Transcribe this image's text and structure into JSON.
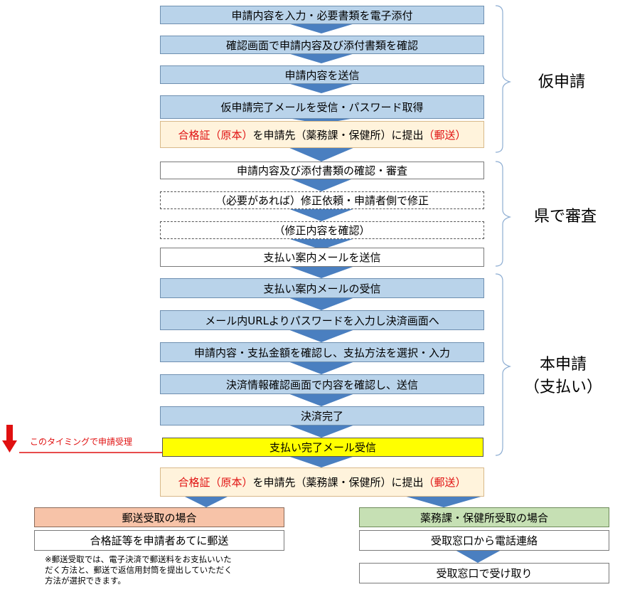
{
  "steps": {
    "s1": "申請内容を入力・必要書類を電子添付",
    "s2": "確認画面で申請内容及び添付書類を確認",
    "s3": "申請内容を送信",
    "s4": "仮申請完了メールを受信・パスワード取得",
    "s5": {
      "a": "合格証（原本）",
      "b": "を申請先（薬務課・保健所）に提出",
      "c": "（郵送）"
    },
    "s6": "申請内容及び添付書類の確認・審査",
    "s7": "（必要があれば）修正依頼・申請者側で修正",
    "s8": "（修正内容を確認）",
    "s9": "支払い案内メールを送信",
    "s10": "支払い案内メールの受信",
    "s11": "メール内URLよりパスワードを入力し決済画面へ",
    "s12": "申請内容・支払金額を確認し、支払方法を選択・入力",
    "s13": "決済情報確認画面で内容を確認し、送信",
    "s14": "決済完了",
    "s15": "支払い完了メール受信",
    "s16": {
      "a": "合格証（原本）",
      "b": "を申請先（薬務課・保健所）に提出",
      "c": "（郵送）"
    }
  },
  "left_branch": {
    "title": "郵送受取の場合",
    "step": "合格証等を申請者あてに郵送",
    "note_lines": [
      "※郵送受取では、電子決済で郵送料をお支払いいた",
      "だく方法と、郵送で返信用封筒を提出していただく",
      "方法が選択できます。"
    ]
  },
  "right_branch": {
    "title": "薬務課・保健所受取の場合",
    "step1": "受取窓口から電話連絡",
    "step2": "受取窓口で受け取り"
  },
  "phases": {
    "phase1": "仮申請",
    "phase2": "県で審査",
    "phase3_line1": "本申請",
    "phase3_line2": "（支払い）"
  },
  "timing_label": "このタイミングで申請受理",
  "colors": {
    "blue_box": "#b9d3ea",
    "cream_box": "#fff3dc",
    "yellow_box": "#ffff00",
    "salmon_box": "#f7c3a8",
    "green_box": "#c6e0b4",
    "arrow_blue": "#4a7fc0",
    "accent_red": "#e01010"
  }
}
